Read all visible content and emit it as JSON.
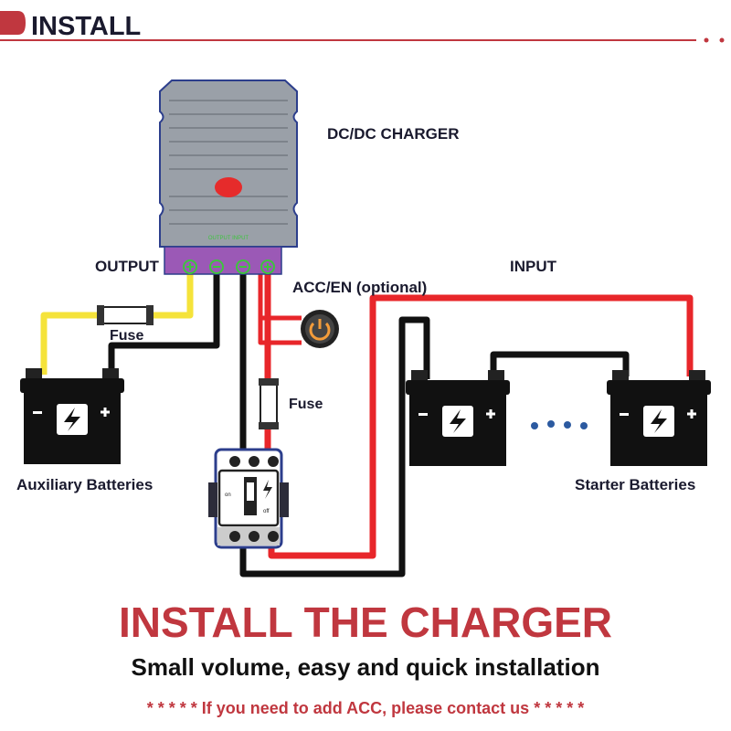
{
  "header": {
    "title": "INSTALL"
  },
  "labels": {
    "charger": "DC/DC CHARGER",
    "output": "OUTPUT",
    "input": "INPUT",
    "acc": "ACC/EN (optional)",
    "fuse_left": "Fuse",
    "fuse_middle": "Fuse",
    "aux_batteries": "Auxiliary Batteries",
    "starter_batteries": "Starter Batteries",
    "charger_terminals_label": "OUTPUT  INPUT",
    "breaker_on": "on",
    "breaker_off": "off"
  },
  "footer": {
    "headline": "INSTALL THE CHARGER",
    "subtitle": "Small volume, easy and quick installation",
    "note": "* * * * * If you need to add ACC, please contact us * * * * *"
  },
  "colors": {
    "accent_red": "#c0373f",
    "wire_red": "#e8262a",
    "wire_black": "#111111",
    "wire_yellow": "#f5e33a",
    "terminal_block": "#9b59b6",
    "charger_body": "#9aa0a8"
  }
}
